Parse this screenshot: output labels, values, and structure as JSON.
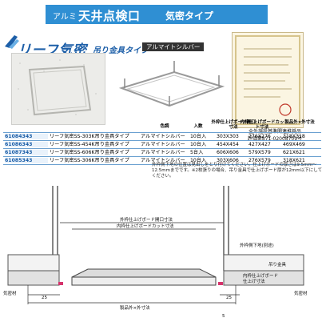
{
  "header": {
    "prefix": "アルミ",
    "title": "天井点検口",
    "type": "気密タイプ"
  },
  "brand": {
    "name": "リーフ気密",
    "subtitle": "吊り金具タイプ",
    "finish_tag": "アルマイトシルバー"
  },
  "certificate": {
    "caption_line1": "全外施設基準関連推奨品",
    "caption_line2": "評価第871-02008709号"
  },
  "table": {
    "headers": {
      "color": "色調",
      "qty": "入数",
      "outer": "外枠仕上げボード開口寸法",
      "inner": "内枠仕上げボードカット寸法",
      "product": "製品外×外寸法"
    },
    "rows": [
      {
        "code": "61084343",
        "name": "リーフ気密SS-303K吊り金具タイプ",
        "color": "アルマイトシルバー",
        "qty": "10台入",
        "outer": "303X303",
        "inner": "276X276",
        "product": "318X318"
      },
      {
        "code": "61086343",
        "name": "リーフ気密SS-454K吊り金具タイプ",
        "color": "アルマイトシルバー",
        "qty": "10台入",
        "outer": "454X454",
        "inner": "427X427",
        "product": "469X469"
      },
      {
        "code": "61087343",
        "name": "リーフ気密SS-606K吊り金具タイプ",
        "color": "アルマイトシルバー",
        "qty": "5台入",
        "outer": "606X606",
        "inner": "579X579",
        "product": "621X621"
      },
      {
        "code": "61085343",
        "name": "リーフ気密SS-306K吊り金具タイプ",
        "color": "アルマイトシルバー",
        "qty": "10台入",
        "outer": "303X606",
        "inner": "276X579",
        "product": "318X621"
      }
    ],
    "note": "外枠側下地の位置は見出しをとり付けてください。仕上げボードの厚さは9.5mm〜12.5mmまでです。※2枚張りの場合、吊り金具で仕上げボード厚が12mm以下にしてください。"
  },
  "diagram": {
    "label_outer_opening": "外枠仕上げボード開口寸法",
    "label_inner_cut": "内枠仕上げボードカット寸法",
    "label_outer_frame_side": "外枠側下地(別途)",
    "label_hanger": "吊り金具",
    "label_inner_cut_bottom": "内枠仕上げボード",
    "label_inner_cut_bottom2": "仕上げ寸法",
    "label_airtight_pieces": "気密材",
    "label_airtight_pieces2": "気密材",
    "label_product_outer": "製品外×外寸法",
    "dim_25_left": "25",
    "dim_25_right": "25",
    "dim_5": "5"
  }
}
